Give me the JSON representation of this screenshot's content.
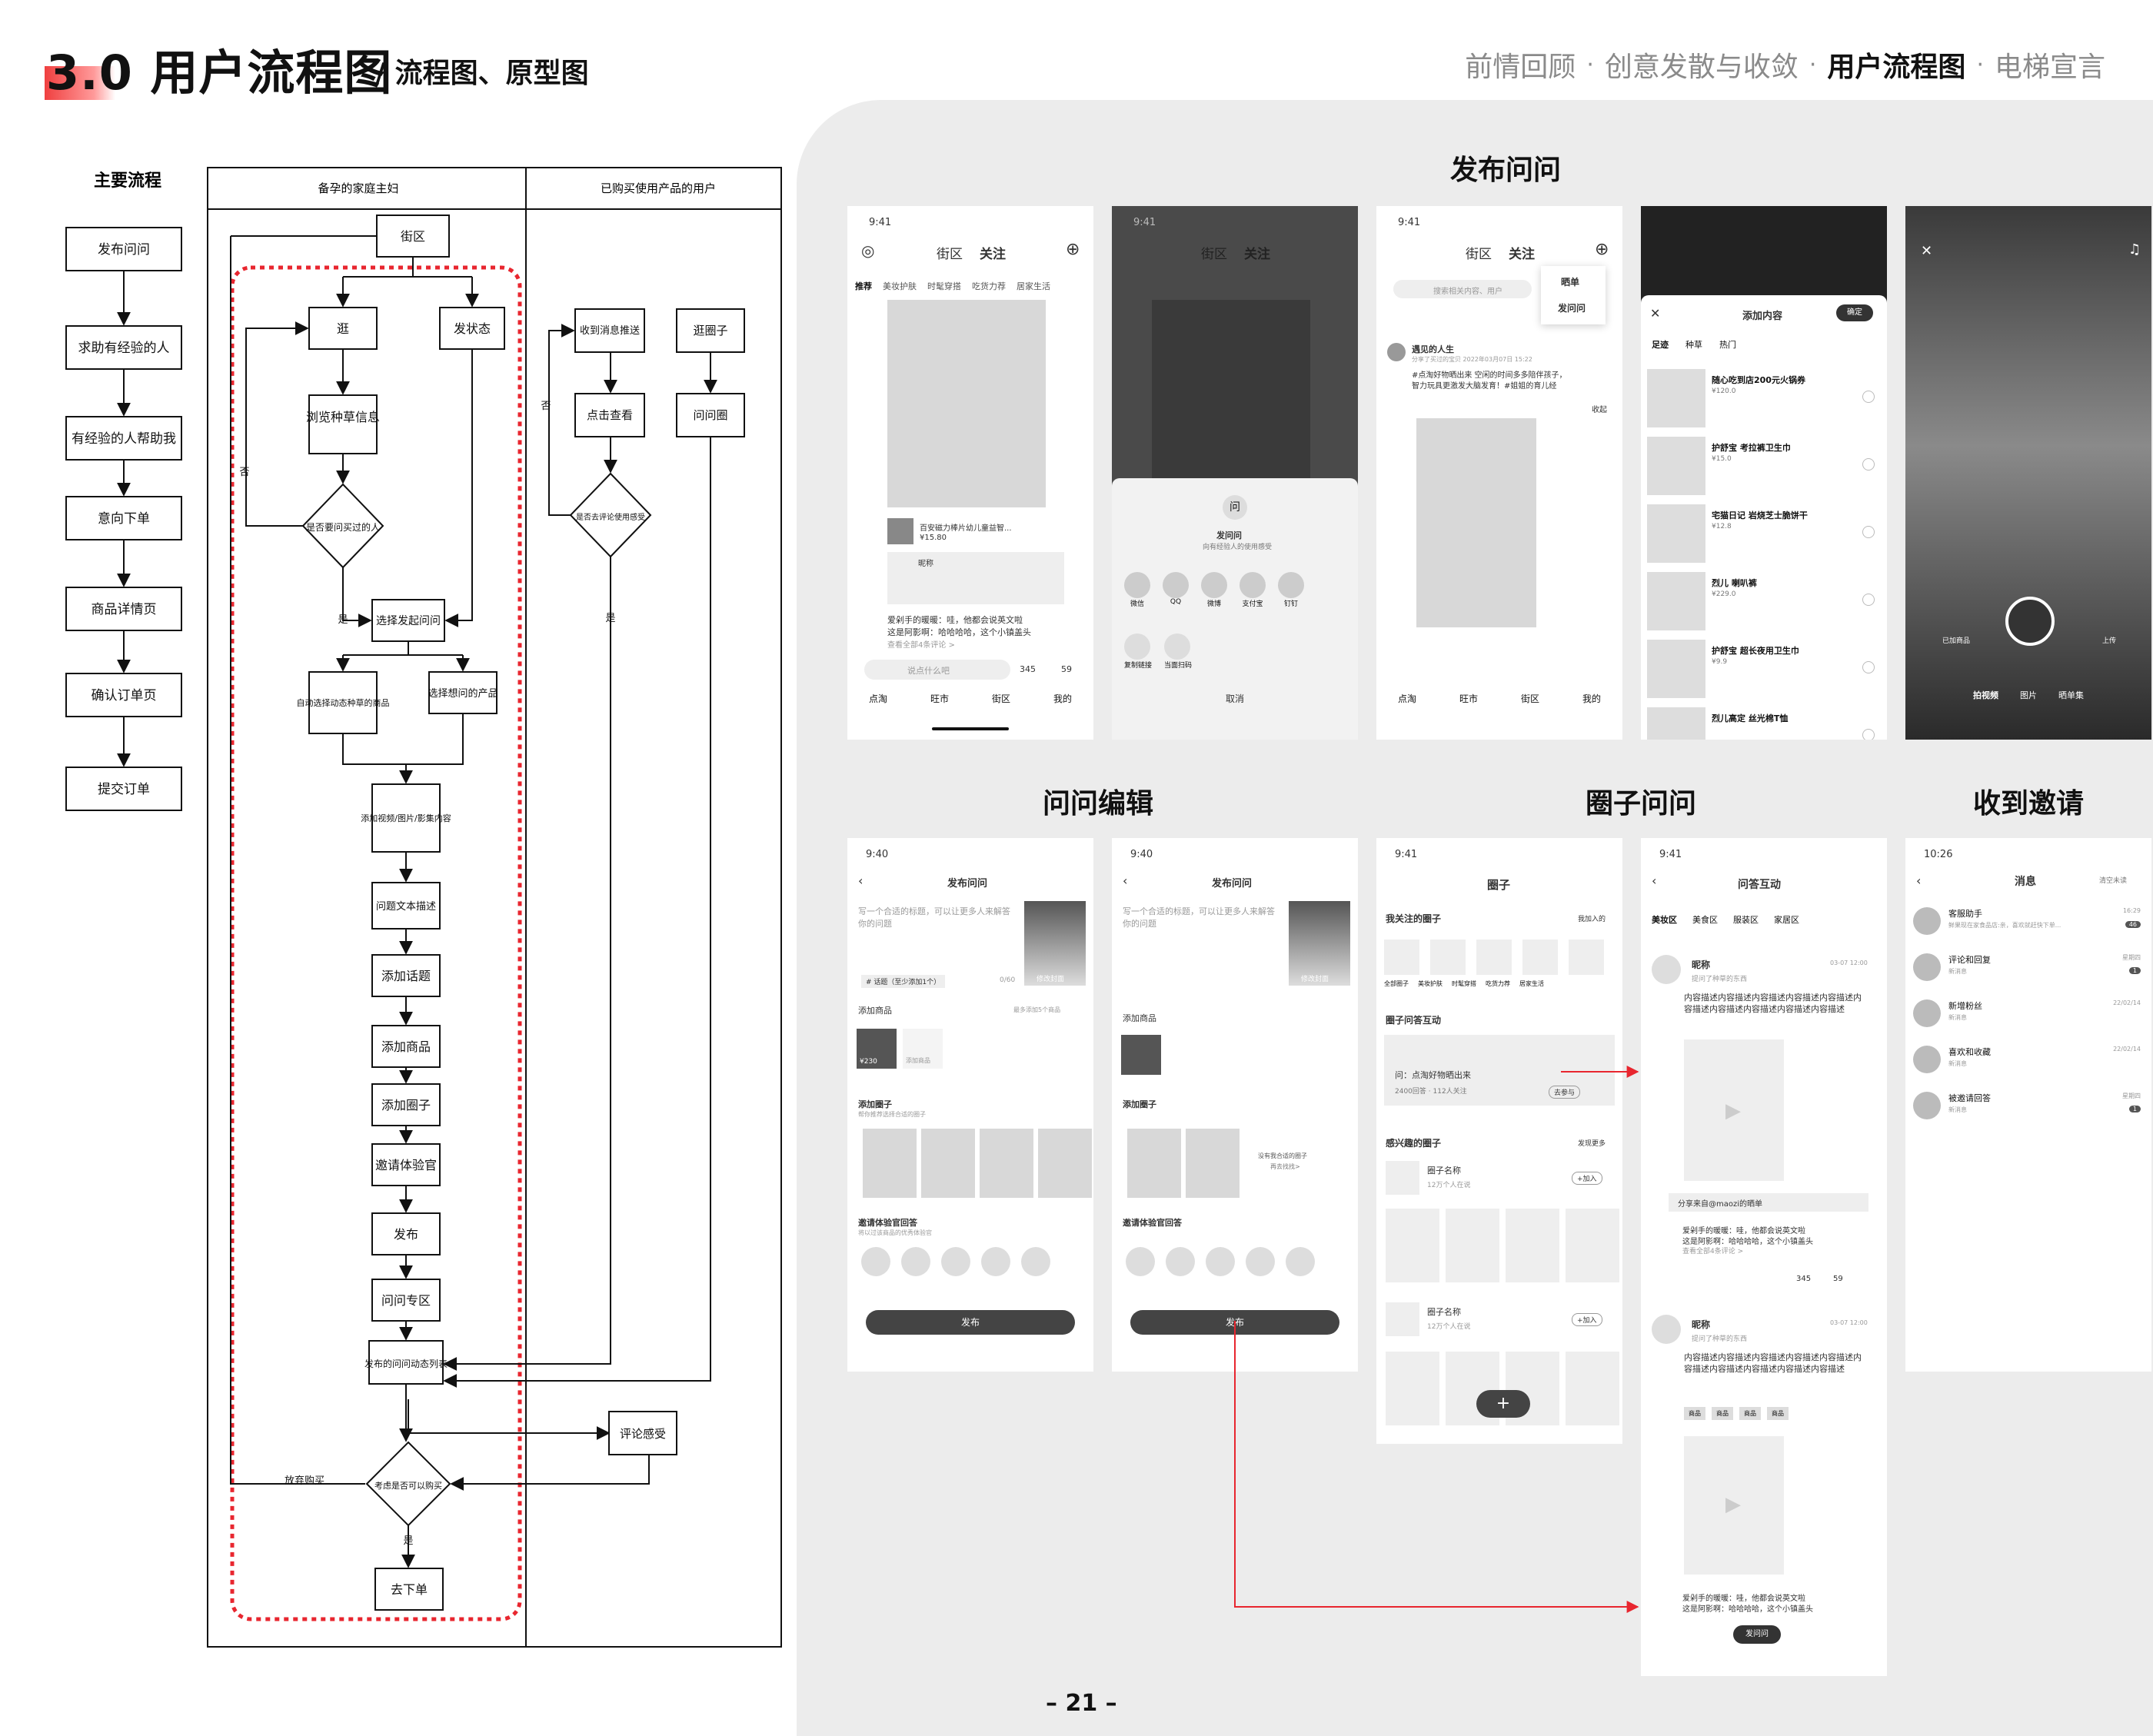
{
  "header": {
    "title": "3.0 用户流程图",
    "subtitle": "/ 流程图、原型图",
    "nav": [
      "前情回顾",
      "创意发散与收敛",
      "用户流程图",
      "电梯宣言"
    ],
    "active_nav": "用户流程图",
    "accent_color": "#f04040"
  },
  "flowchart": {
    "main_flow_label": "主要流程",
    "main_flow": [
      "发布问问",
      "求助有经验的人",
      "有经验的人帮助我",
      "意向下单",
      "商品详情页",
      "确认订单页",
      "提交订单"
    ],
    "lane1": "备孕的家庭主妇",
    "lane2": "已购买使用产品的用户",
    "nodes": {
      "jiequ": "街区",
      "guang": "逛",
      "fazhuangtai": "发状态",
      "liulan": "浏览种草信息",
      "decision1": "是否要问买过的人",
      "xuanze": "选择发起问问",
      "zidong": "自动选择动态种草的商品",
      "xuanzexiang": "选择想问的产品",
      "tianjia_shipin": "添加视频/图片/影集内容",
      "wenti": "问题文本描述",
      "huati": "添加话题",
      "shangpin": "添加商品",
      "quanzi": "添加圈子",
      "yaoqing": "邀请体验官",
      "fabu": "发布",
      "zhuanqu": "问问专区",
      "liebiao": "发布的问问动态列表",
      "shoudao": "收到消息推送",
      "dianji": "点击查看",
      "decision2": "是否去评论使用感受",
      "guangquan": "逛圈子",
      "wenwenquan": "问问圈",
      "pinglun": "评论感受",
      "decision3": "考虑是否可以购买",
      "xiadan": "去下单",
      "yes": "是",
      "no": "否",
      "fangqi": "放弃购买"
    }
  },
  "sections": {
    "fabu": "发布问问",
    "bianji": "问问编辑",
    "quanzi": "圈子问问",
    "yaoqing": "收到邀请"
  },
  "phones": {
    "time": "9:41",
    "tab_street": "街区",
    "tab_follow": "关注",
    "categories": [
      "推荐",
      "美妆护肤",
      "时髦穿搭",
      "吃货力荐",
      "居家生活"
    ],
    "bottom_nav": [
      "点淘",
      "旺市",
      "街区",
      "我的"
    ],
    "product_name": "百安磁力棒片幼儿童益智...",
    "product_price": "¥15.80",
    "comment_nick": "昵称",
    "post_text_1": "爱剁手的暖暖：哇，他都会说英文啦",
    "post_text_2": "这是阿影啊：哈哈哈哈，这个小镇盖头",
    "post_more": "查看全部4条评论 >",
    "say_something": "说点什么吧",
    "likes": "345",
    "shares": "59",
    "share_title": "发问问",
    "share_sub": "向有经验人的使用感受",
    "share_icons": [
      "微信",
      "QQ",
      "微博",
      "支付宝",
      "钉钉"
    ],
    "share_actions": [
      "复制链接",
      "当面扫码"
    ],
    "cancel": "取消",
    "popup_items": [
      "晒单",
      "发问问"
    ],
    "search_placeholder": "搜索相关内容、用户",
    "user_name": "遇见的人生",
    "user_sub": "分享了买过的宝贝 2022年03月07日 15:22",
    "user_post": "#点淘好物晒出来 空闲的时间多多陪伴孩子，智力玩具更激发大脑发育！#姐姐的育儿经",
    "collect": "收起",
    "add_content_title": "添加内容",
    "confirm": "确定",
    "add_tabs": [
      "足迹",
      "种草",
      "热门"
    ],
    "add_items": [
      {
        "name": "随心吃到店200元火锅券",
        "price": "¥120.0"
      },
      {
        "name": "护舒宝 考拉裤卫生巾",
        "price": "¥15.0"
      },
      {
        "name": "宅猫日记 岩烧芝士脆饼干",
        "price": "¥12.8"
      },
      {
        "name": "烈儿 喇叭裤",
        "price": "¥229.0"
      },
      {
        "name": "护舒宝 超长夜用卫生巾",
        "price": "¥9.9"
      },
      {
        "name": "烈儿高定 丝光棉T恤",
        "price": ""
      }
    ],
    "camera_tabs": [
      "拍视频",
      "图片",
      "晒单集"
    ],
    "camera_left": "已加商品",
    "camera_right": "上传",
    "edit_time_1": "9:40",
    "edit_title": "发布问问",
    "edit_placeholder": "写一个合适的标题，可以让更多人来解答你的问题",
    "edit_cover": "修改封面",
    "edit_topic": "# 话题（至少添加1个）",
    "edit_count": "0/60",
    "edit_add_goods": "添加商品",
    "edit_add_goods_hint": "最多添加5个商品",
    "edit_add_goods_btn": "添加商品",
    "edit_price": "¥230",
    "edit_add_circle": "添加圈子",
    "edit_circle_hint": "帮你推荐选择合适的圈子",
    "edit_circle_name": "圈子名称",
    "edit_no_circle": "没有我合适的圈子",
    "edit_create": "再去找找>",
    "edit_invite": "邀请体验官回答",
    "edit_invite_hint": "将以过该商品的优秀体验官",
    "edit_publish": "发布",
    "circle_title": "圈子",
    "circle_mine": "我关注的圈子",
    "circle_joined": "我加入的",
    "circle_cats": [
      "全部圈子",
      "美妆护肤",
      "时髦穿搭",
      "吃货力荐",
      "居家生活"
    ],
    "circle_qa": "圈子问答互动",
    "circle_q": "问：点淘好物晒出来",
    "circle_q_meta": "2400回答 · 112人关注",
    "circle_join_btn": "去参与",
    "circle_interest": "感兴趣的圈子",
    "circle_find": "发现更多",
    "circle_members": "12万个人在说",
    "circle_join": "+加入",
    "qa_title": "问答互动",
    "qa_tabs": [
      "美妆区",
      "美食区",
      "服装区",
      "家居区"
    ],
    "qa_nick": "昵称",
    "qa_sub": "提问了种草的东西",
    "qa_date": "03-07 12:00",
    "qa_text": "内容描述内容描述内容描述内容描述内容描述内容描述内容描述内容描述内容描述内容描述",
    "qa_share": "分享来自@maozi的晒单",
    "qa_ask_btn": "发问问",
    "qa_tags": [
      "商品",
      "商品",
      "商品",
      "商品"
    ],
    "msg_time": "10:26",
    "msg_title": "消息",
    "msg_clear": "清空未读",
    "messages": [
      {
        "name": "客服助手",
        "sub": "鲜果现在家食品店:亲，喜欢就赶快下单...",
        "time": "16:29",
        "badge": "46"
      },
      {
        "name": "评论和回复",
        "sub": "新消息",
        "time": "星期四",
        "badge": "1"
      },
      {
        "name": "新增粉丝",
        "sub": "新消息",
        "time": "22/02/14",
        "badge": ""
      },
      {
        "name": "喜欢和收藏",
        "sub": "新消息",
        "time": "22/02/14",
        "badge": ""
      },
      {
        "name": "被邀请回答",
        "sub": "新消息",
        "time": "星期四",
        "badge": "1"
      }
    ]
  },
  "page_number": "– 21 –"
}
